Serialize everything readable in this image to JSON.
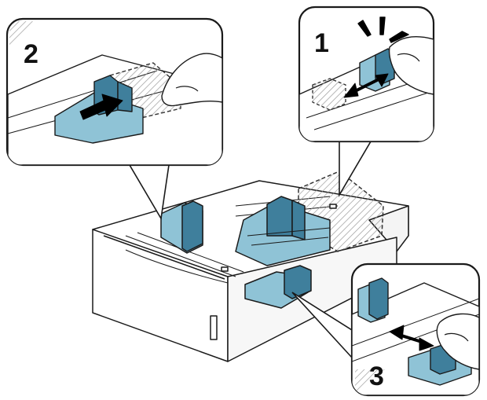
{
  "callouts": [
    {
      "id": "step-2",
      "label": "2"
    },
    {
      "id": "step-1",
      "label": "1"
    },
    {
      "id": "step-3",
      "label": "3"
    }
  ],
  "colors": {
    "outline": "#1a1a1a",
    "guide_blue": "#3f7f9c",
    "guide_blue_light": "#8fc3d6",
    "tray_fill": "#ffffff",
    "ghost": "#bfbfbf",
    "arrow": "#000000"
  },
  "icons": [
    "hand-icon",
    "double-arrow-icon",
    "push-arrow-icon",
    "motion-lines-icon"
  ]
}
